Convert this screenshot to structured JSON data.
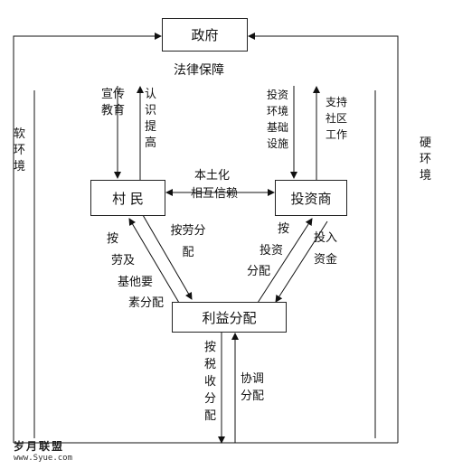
{
  "nodes": {
    "government": "政府",
    "villagers": "村 民",
    "investors": "投资商",
    "benefit": "利益分配"
  },
  "labels": {
    "legal": "法律保障",
    "soft_env": "软环境",
    "hard_env": "硬环境",
    "publicity": "宣传教育",
    "recognition": "认识提高",
    "infra": "投资环境基础设施",
    "support": "支持社区工作",
    "localization": "本土化",
    "trust": "相互信赖",
    "by_labor_col1": "按",
    "by_labor_col2": "劳及",
    "by_labor_col3": "基他要",
    "by_labor_col4": "素分配",
    "by_labor_right": "按劳分配",
    "by_invest_l1": "按",
    "by_invest_l2": "投资",
    "by_invest_l3": "分配",
    "invest_funds": "投入资金",
    "by_tax": "按税收分配",
    "coordinate": "协调分配"
  },
  "watermark": {
    "brand": "岁月联盟",
    "url": "www.Syue.com"
  }
}
